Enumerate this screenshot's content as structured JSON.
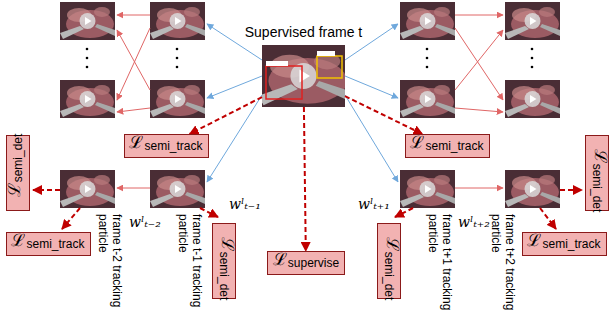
{
  "diagram": {
    "nodes": [
      {
        "text": [
          "Supervised frame t"
        ]
      },
      {
        "text": [
          "ℒsemi_det"
        ]
      },
      {
        "text": [
          "ℒsemi_track"
        ]
      },
      {
        "text": [
          "ℒsemi_track"
        ]
      },
      {
        "text": [
          "ℒsemi_det"
        ]
      },
      {
        "text": [
          "ℒsupervise"
        ]
      },
      {
        "text": [
          "ℒsemi_det"
        ]
      },
      {
        "text": [
          "ℒsemi_track"
        ]
      },
      {
        "text": [
          "ℒsemi_track"
        ]
      },
      {
        "text": [
          "ℒsemi_det"
        ]
      }
    ],
    "edges": [
      {
        "from": 0,
        "to": 2,
        "arrow": "to"
      },
      {
        "from": 0,
        "to": 7,
        "arrow": "to"
      },
      {
        "from": 0,
        "to": 5,
        "arrow": "to"
      }
    ],
    "labels": [
      "wˡₜ₋₂",
      "wˡₜ₋₁",
      "wˡₜ₊₁",
      "wˡₜ₊₂",
      "frame t-2 tracking particle",
      "frame t-1 tracking particle",
      "frame t+1 tracking particle",
      "frame t+2 tracking particle"
    ]
  }
}
